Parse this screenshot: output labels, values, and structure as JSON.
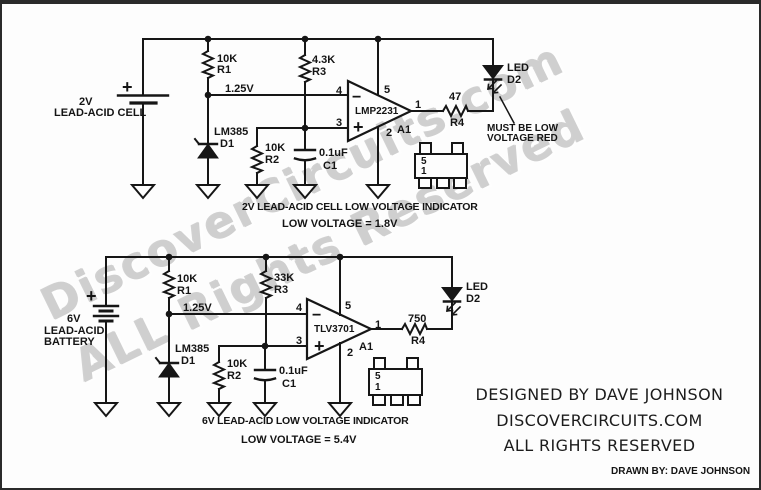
{
  "watermark": {
    "line1": "DiscoverCircuits.com",
    "line2": "ALL Rights Reserved"
  },
  "credits": {
    "designed": "DESIGNED BY DAVE JOHNSON",
    "site": "DISCOVERCIRCUITS.COM",
    "rights": "ALL RIGHTS RESERVED",
    "drawn": "DRAWN BY: DAVE JOHNSON"
  },
  "circuit_2v": {
    "battery": {
      "plus": "+",
      "voltage": "2V",
      "name": "LEAD-ACID CELL"
    },
    "r1": {
      "value": "10K",
      "ref": "R1"
    },
    "r2": {
      "value": "10K",
      "ref": "R2"
    },
    "r3": {
      "value": "4.3K",
      "ref": "R3"
    },
    "r4": {
      "value": "47",
      "ref": "R4"
    },
    "c1": {
      "value": "0.1uF",
      "ref": "C1"
    },
    "d1": {
      "part": "LM385",
      "ref": "D1"
    },
    "led": {
      "type": "LED",
      "ref": "D2"
    },
    "led_note1": "MUST BE LOW",
    "led_note2": "VOLTAGE RED",
    "ref_voltage": "1.25V",
    "opamp": {
      "part": "LMP2231",
      "ref": "A1",
      "minus": "−",
      "plus": "+",
      "pin_inv": "4",
      "pin_non": "3",
      "pin_vp": "5",
      "pin_vm": "2",
      "pin_out": "1"
    },
    "pkg": {
      "pin5": "5",
      "pin1": "1"
    },
    "caption": "2V LEAD-ACID CELL LOW VOLTAGE INDICATOR",
    "subcaption": "LOW VOLTAGE = 1.8V"
  },
  "circuit_6v": {
    "battery": {
      "plus": "+",
      "voltage": "6V",
      "name1": "LEAD-ACID",
      "name2": "BATTERY"
    },
    "r1": {
      "value": "10K",
      "ref": "R1"
    },
    "r2": {
      "value": "10K",
      "ref": "R2"
    },
    "r3": {
      "value": "33K",
      "ref": "R3"
    },
    "r4": {
      "value": "750",
      "ref": "R4"
    },
    "c1": {
      "value": "0.1uF",
      "ref": "C1"
    },
    "d1": {
      "part": "LM385",
      "ref": "D1"
    },
    "led": {
      "type": "LED",
      "ref": "D2"
    },
    "ref_voltage": "1.25V",
    "opamp": {
      "part": "TLV3701",
      "ref": "A1",
      "minus": "−",
      "plus": "+",
      "pin_inv": "4",
      "pin_non": "3",
      "pin_vp": "5",
      "pin_vm": "2",
      "pin_out": "1"
    },
    "pkg": {
      "pin5": "5",
      "pin1": "1"
    },
    "caption": "6V LEAD-ACID LOW VOLTAGE INDICATOR",
    "subcaption": "LOW VOLTAGE = 5.4V"
  }
}
